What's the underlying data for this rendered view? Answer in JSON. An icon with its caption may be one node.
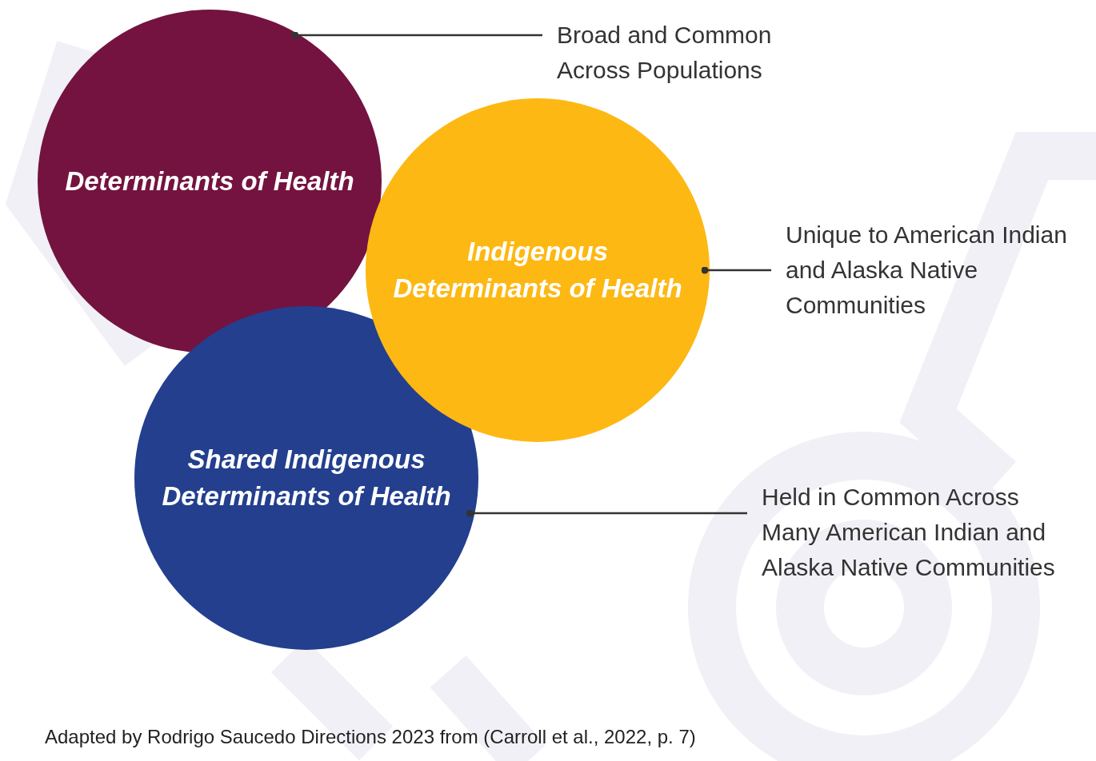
{
  "diagram": {
    "caption": "Adapted by Rodrigo Saucedo Directions 2023 from (Carroll et al., 2022, p. 7)",
    "nodes": [
      {
        "text": [
          "Determinants of Health"
        ]
      },
      {
        "text": [
          "Broad and Common Across Populations"
        ]
      },
      {
        "text": [
          "Indigenous Determinants of Health"
        ]
      },
      {
        "text": [
          "Unique to American Indian and Alaska Native Communities"
        ]
      },
      {
        "text": [
          "Shared Indigenous Determinants of Health"
        ]
      },
      {
        "text": [
          "Held in Common Across Many American Indian and Alaska Native Communities"
        ]
      }
    ],
    "edges": [
      {
        "from": 1,
        "to": 0,
        "arrow": "other"
      },
      {
        "from": 3,
        "to": 2,
        "arrow": "other"
      },
      {
        "from": 5,
        "to": 4,
        "arrow": "other"
      }
    ]
  }
}
